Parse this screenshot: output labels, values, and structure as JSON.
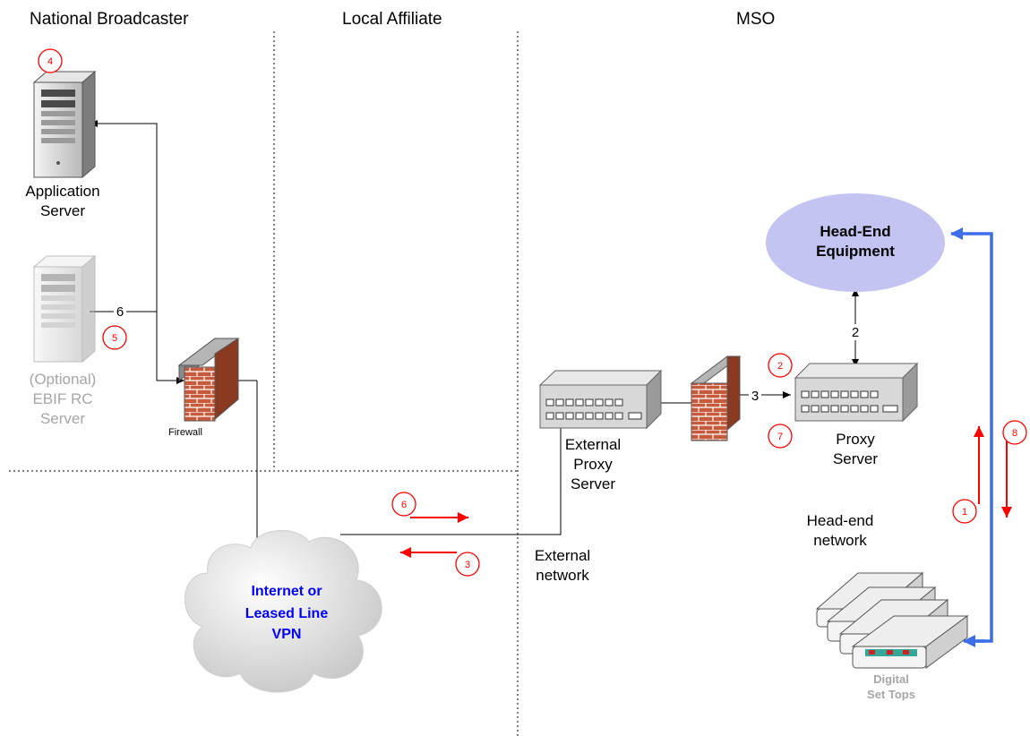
{
  "regions": {
    "national": "National Broadcaster",
    "local": "Local Affiliate",
    "mso": "MSO"
  },
  "nodes": {
    "app_server": {
      "line1": "Application",
      "line2": "Server"
    },
    "ebif_server": {
      "line1": "(Optional)",
      "line2": "EBIF RC",
      "line3": "Server"
    },
    "firewall": "Firewall",
    "cloud": {
      "line1": "Internet or",
      "line2": "Leased Line",
      "line3": "VPN"
    },
    "external_proxy": {
      "line1": "External",
      "line2": "Proxy",
      "line3": "Server"
    },
    "external_network": {
      "line1": "External",
      "line2": "network"
    },
    "proxy_server": {
      "line1": "Proxy",
      "line2": "Server"
    },
    "headend_equipment": {
      "line1": "Head-End",
      "line2": "Equipment"
    },
    "headend_network": {
      "line1": "Head-end",
      "line2": "network"
    },
    "set_tops": {
      "line1": "Digital",
      "line2": "Set Tops"
    }
  },
  "connector_labels": {
    "ebif_link": "6",
    "firewall_proxy_link": "3",
    "headend_proxy_link": "2"
  },
  "step_markers": {
    "app_server": "4",
    "ebif_server": "5",
    "proxy_top": "2",
    "proxy_bottom": "7",
    "to_external": "6",
    "from_external": "3",
    "settop_up": "1",
    "settop_down": "8"
  },
  "colors": {
    "step_red": "#ff0000",
    "link_blue": "#3b6ee8",
    "cloud_text_blue": "#0000ff",
    "headend_fill": "#c4c4f2",
    "firewall_brick": "#cc5533",
    "grey_text": "#a6a6a6"
  }
}
